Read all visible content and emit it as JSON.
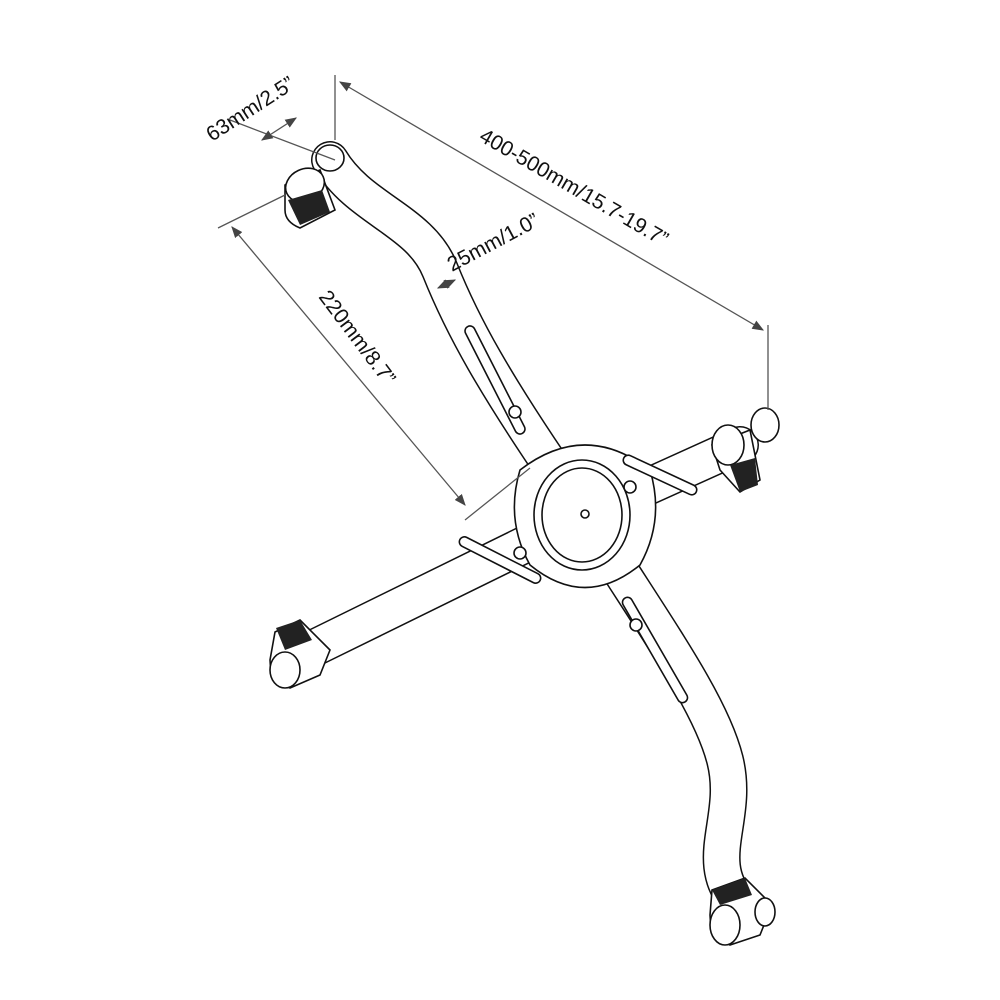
{
  "diagram": {
    "dimensions": {
      "claw_width": "63mm/2.5”",
      "span": "400-500mm/15.7-19.7”",
      "arm_width": "25mm/1.0”",
      "arm_length": "220mm/8.7”"
    },
    "colors": {
      "line": "#111111",
      "dimension_line": "#555555",
      "background": "#ffffff"
    }
  }
}
